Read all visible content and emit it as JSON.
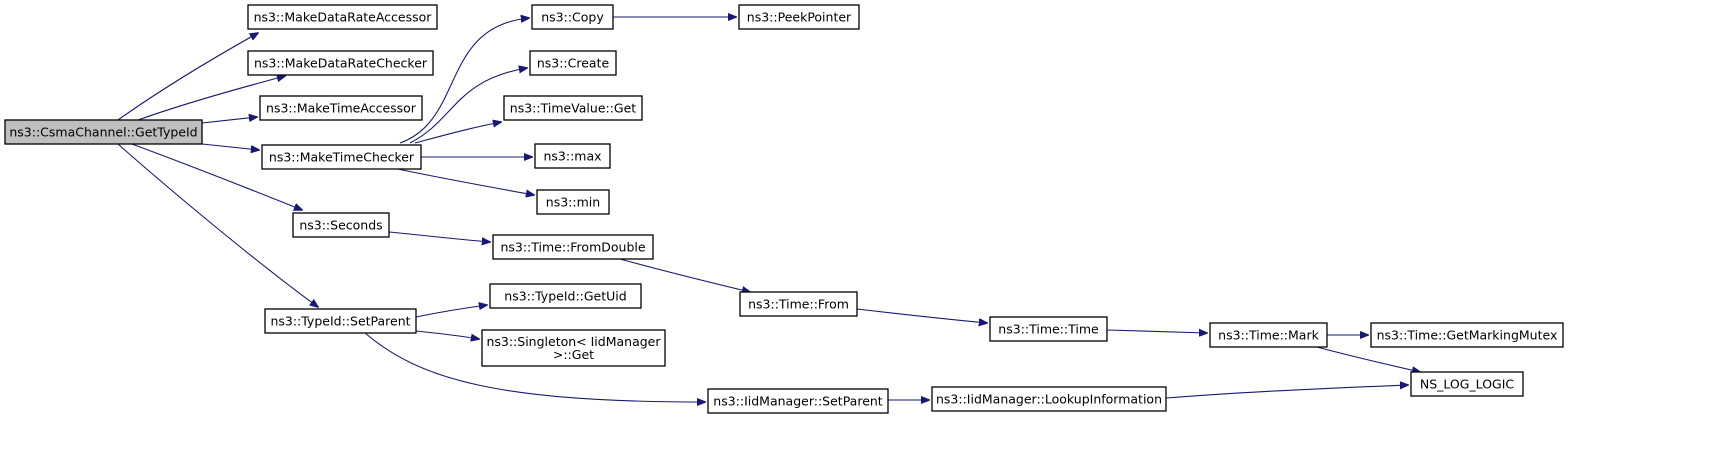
{
  "colors": {
    "edge": "#191970",
    "root_fill": "#bfbfbf",
    "node_fill": "#ffffff",
    "border": "#000000"
  },
  "nodes": [
    {
      "id": "root",
      "lines": [
        "ns3::CsmaChannel::GetTypeId"
      ],
      "root": true
    },
    {
      "id": "mdra",
      "lines": [
        "ns3::MakeDataRateAccessor"
      ]
    },
    {
      "id": "mdrc",
      "lines": [
        "ns3::MakeDataRateChecker"
      ]
    },
    {
      "id": "mta",
      "lines": [
        "ns3::MakeTimeAccessor"
      ]
    },
    {
      "id": "mtc",
      "lines": [
        "ns3::MakeTimeChecker"
      ]
    },
    {
      "id": "seconds",
      "lines": [
        "ns3::Seconds"
      ]
    },
    {
      "id": "setparent",
      "lines": [
        "ns3::TypeId::SetParent"
      ]
    },
    {
      "id": "copy",
      "lines": [
        "ns3::Copy"
      ]
    },
    {
      "id": "peek",
      "lines": [
        "ns3::PeekPointer"
      ]
    },
    {
      "id": "create",
      "lines": [
        "ns3::Create"
      ]
    },
    {
      "id": "tvget",
      "lines": [
        "ns3::TimeValue::Get"
      ]
    },
    {
      "id": "max",
      "lines": [
        "ns3::max"
      ]
    },
    {
      "id": "min",
      "lines": [
        "ns3::min"
      ]
    },
    {
      "id": "fromdbl",
      "lines": [
        "ns3::Time::FromDouble"
      ]
    },
    {
      "id": "from",
      "lines": [
        "ns3::Time::From"
      ]
    },
    {
      "id": "ttime",
      "lines": [
        "ns3::Time::Time"
      ]
    },
    {
      "id": "mark",
      "lines": [
        "ns3::Time::Mark"
      ]
    },
    {
      "id": "gmm",
      "lines": [
        "ns3::Time::GetMarkingMutex"
      ]
    },
    {
      "id": "nslog",
      "lines": [
        "NS_LOG_LOGIC"
      ]
    },
    {
      "id": "getuid",
      "lines": [
        "ns3::TypeId::GetUid"
      ]
    },
    {
      "id": "singleton",
      "lines": [
        "ns3::Singleton< IidManager",
        ">::Get"
      ]
    },
    {
      "id": "iidsp",
      "lines": [
        "ns3::IidManager::SetParent"
      ]
    },
    {
      "id": "lookup",
      "lines": [
        "ns3::IidManager::LookupInformation"
      ]
    }
  ],
  "edges": [
    {
      "from": "root",
      "to": "mdra"
    },
    {
      "from": "root",
      "to": "mdrc"
    },
    {
      "from": "root",
      "to": "mta"
    },
    {
      "from": "root",
      "to": "mtc"
    },
    {
      "from": "root",
      "to": "seconds"
    },
    {
      "from": "root",
      "to": "setparent"
    },
    {
      "from": "mtc",
      "to": "copy"
    },
    {
      "from": "mtc",
      "to": "create"
    },
    {
      "from": "mtc",
      "to": "tvget"
    },
    {
      "from": "mtc",
      "to": "max"
    },
    {
      "from": "mtc",
      "to": "min"
    },
    {
      "from": "copy",
      "to": "peek"
    },
    {
      "from": "seconds",
      "to": "fromdbl"
    },
    {
      "from": "fromdbl",
      "to": "from"
    },
    {
      "from": "from",
      "to": "ttime"
    },
    {
      "from": "ttime",
      "to": "mark"
    },
    {
      "from": "mark",
      "to": "gmm"
    },
    {
      "from": "mark",
      "to": "nslog"
    },
    {
      "from": "setparent",
      "to": "getuid"
    },
    {
      "from": "setparent",
      "to": "singleton"
    },
    {
      "from": "setparent",
      "to": "iidsp"
    },
    {
      "from": "iidsp",
      "to": "lookup"
    },
    {
      "from": "lookup",
      "to": "nslog"
    }
  ]
}
